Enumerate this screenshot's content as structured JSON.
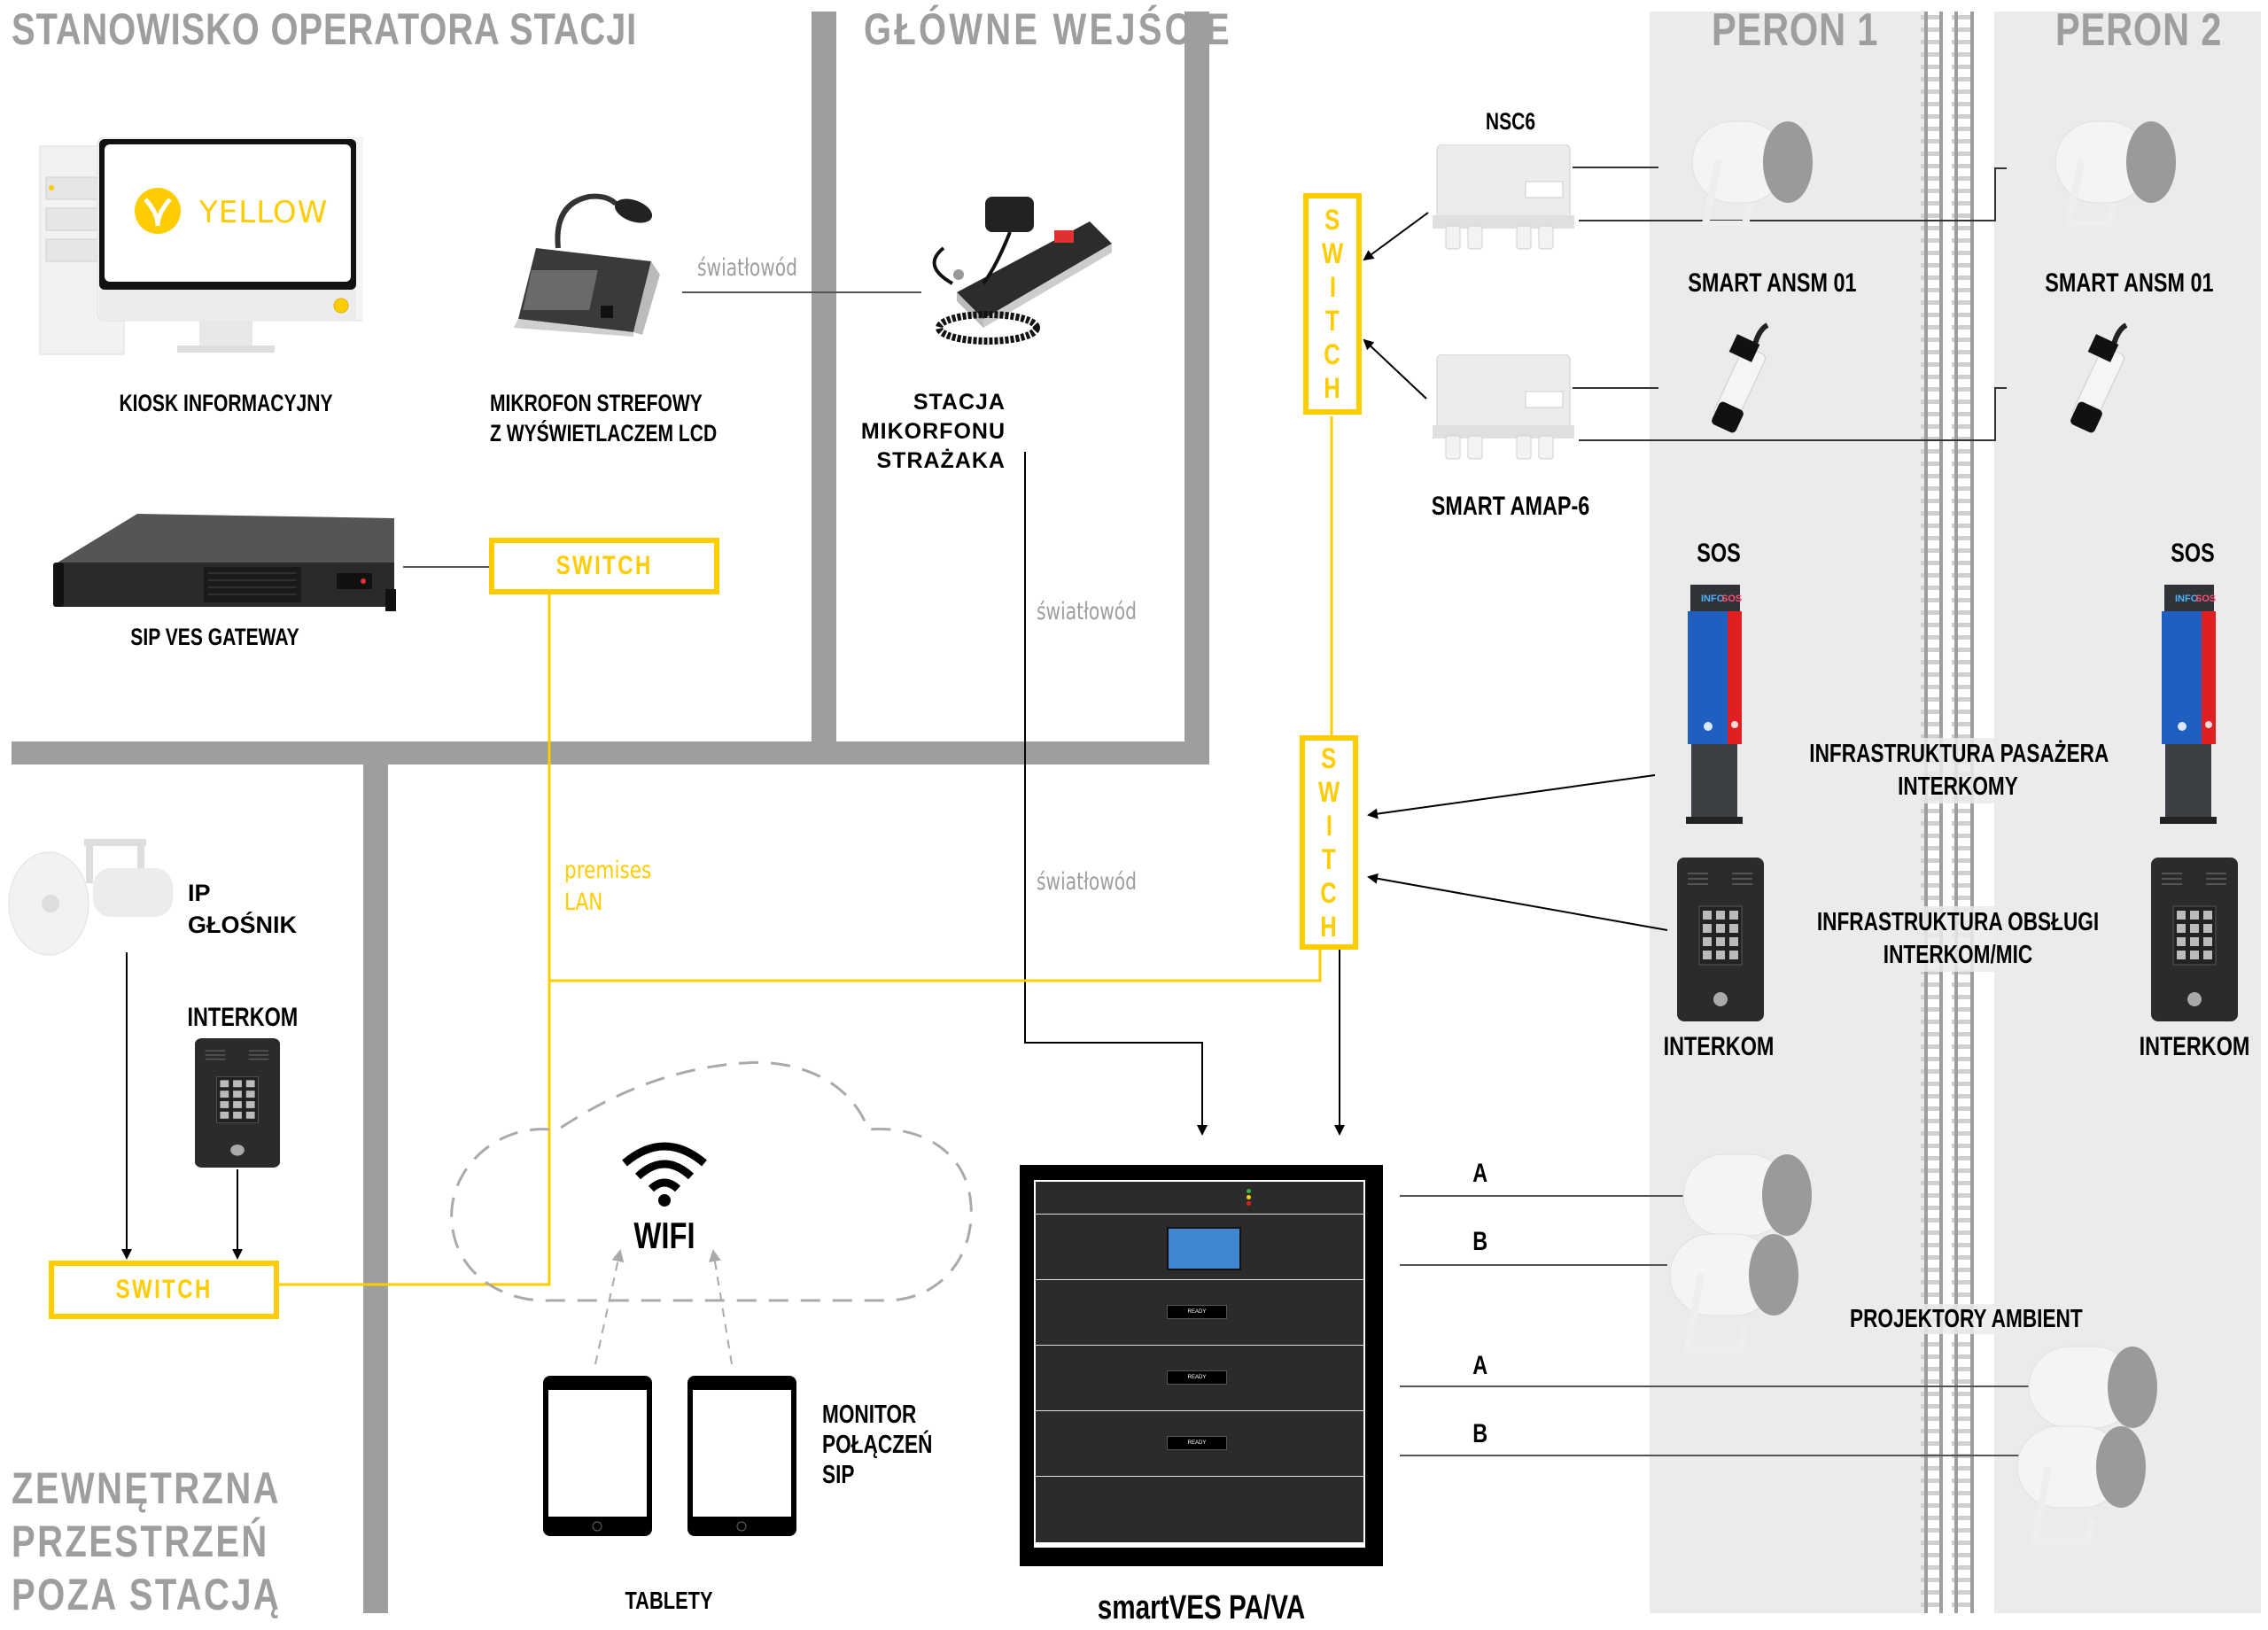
{
  "zones": {
    "operator_station": "STANOWISKO OPERATORA STACJI",
    "main_entrance": "GŁÓWNE WEJŚCIE",
    "platform_1": "PERON 1",
    "platform_2": "PERON 2",
    "outside": [
      "ZEWNĘTRZNA",
      "PRZESTRZEŃ",
      "POZA STACJĄ"
    ]
  },
  "devices": {
    "kiosk": {
      "label": "KIOSK INFORMACYJNY",
      "screen_brand": "YELLOW"
    },
    "zone_mic": {
      "label_lines": [
        "MIKROFON STREFOWY",
        "Z WYŚWIETLACZEM LCD"
      ]
    },
    "fireman_mic": {
      "label_lines": [
        "STACJA",
        "MIKORFONU",
        "STRAŻAKA"
      ]
    },
    "sip_gateway": {
      "label": "SIP VES GATEWAY"
    },
    "nsc6": {
      "label": "NSC6"
    },
    "amap6": {
      "label": "SMART AMAP-6"
    },
    "ansm_p1": {
      "label": "SMART ANSM 01"
    },
    "ansm_p2": {
      "label": "SMART ANSM 01"
    },
    "sos_p1": {
      "label": "SOS",
      "panel_text": [
        "INFO",
        "SOS"
      ]
    },
    "sos_p2": {
      "label": "SOS",
      "panel_text": [
        "INFO",
        "SOS"
      ]
    },
    "intercom_p1": {
      "label": "INTERKOM"
    },
    "intercom_p2": {
      "label": "INTERKOM"
    },
    "ip_speaker": {
      "label_lines": [
        "IP",
        "GŁOŚNIK"
      ]
    },
    "intercom_outside": {
      "label": "INTERKOM"
    },
    "wifi": {
      "label": "WIFI"
    },
    "tablets": {
      "label": "TABLETY",
      "side_label_lines": [
        "MONITOR",
        "POŁĄCZEŃ",
        "SIP"
      ]
    },
    "rack": {
      "label": "smartVES PA/VA",
      "module_display_text": "READY"
    }
  },
  "switches": {
    "operator": "SWITCH",
    "outside": "SWITCH",
    "platform_top": [
      "S",
      "W",
      "I",
      "T",
      "C",
      "H"
    ],
    "platform_bottom": [
      "S",
      "W",
      "I",
      "T",
      "C",
      "H"
    ]
  },
  "cables": {
    "fiber_1": "światłowód",
    "fiber_2": "światłowód",
    "fiber_3": "światłowód",
    "lan": [
      "premises",
      "LAN"
    ]
  },
  "infrastructure_labels": {
    "passenger": [
      "INFRASTRUKTURA PASAŻERA",
      "INTERKOMY"
    ],
    "service": [
      "INFRASTRUKTURA OBSŁUGI",
      "INTERKOM/MIC"
    ],
    "projectors": "PROJEKTORY AMBIENT"
  },
  "zone_lines": [
    "A",
    "B",
    "A",
    "B"
  ],
  "colors": {
    "accent_yellow": "#ffcc00",
    "wall_gray": "#9e9e9e",
    "platform_gray": "#ebebeb",
    "sos_blue": "#1f5fbf",
    "sos_red": "#e02020",
    "rack_dark": "#2b2b2b",
    "lcd_blue": "#3f87d0"
  }
}
